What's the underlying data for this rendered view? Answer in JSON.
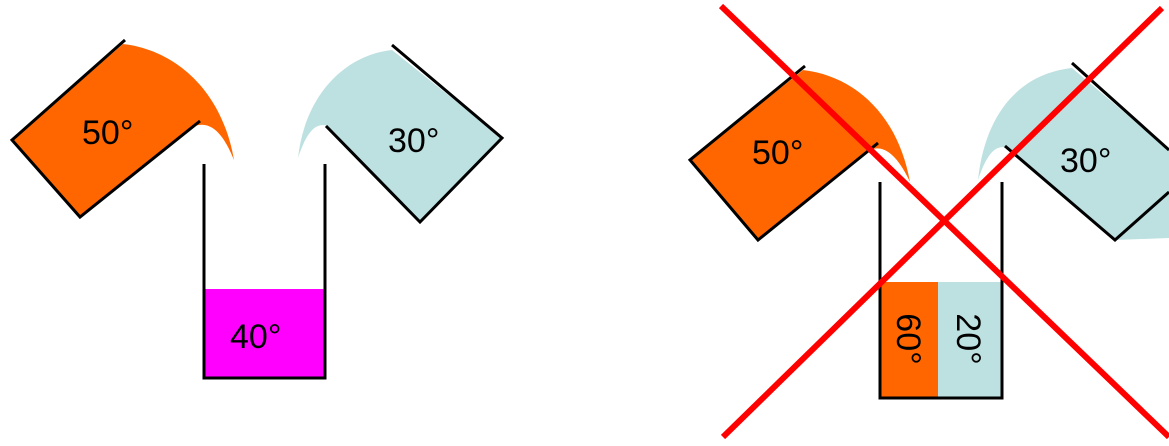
{
  "colors": {
    "hot": "#ff6600",
    "cold": "#bde0e1",
    "mixed": "#ff00ff",
    "outline": "#000000",
    "cross": "#ff0000"
  },
  "left_panel": {
    "hot_container": {
      "label": "50°"
    },
    "cold_container": {
      "label": "30°"
    },
    "beaker": {
      "label": "40°",
      "contents": "mixed"
    }
  },
  "right_panel": {
    "hot_container": {
      "label": "50°"
    },
    "cold_container": {
      "label": "30°"
    },
    "beaker": {
      "left_label": "60°",
      "right_label": "20°",
      "contents": "separated"
    },
    "crossed_out": true
  }
}
